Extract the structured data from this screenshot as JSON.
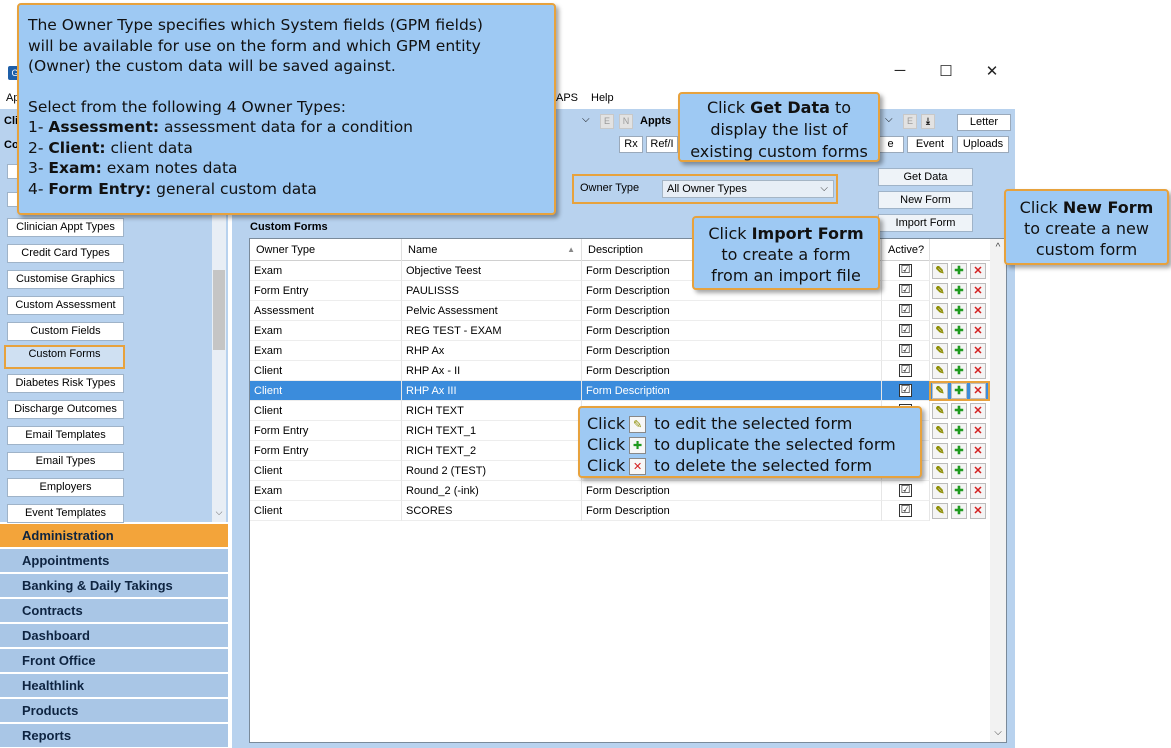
{
  "window": {
    "minimize": "─",
    "maximize": "☐",
    "close": "✕",
    "app_icon_text": "G"
  },
  "menu": {
    "ap": "Ap",
    "aps": "APS",
    "help": "Help"
  },
  "toolbar": {
    "cli": "Cli",
    "co": "Co",
    "mini_e": "E",
    "mini_n": "N",
    "appts": "Appts",
    "mini_e2": "E",
    "letter": "Letter",
    "rx": "Rx",
    "ref": "Ref/I",
    "e": "e",
    "event": "Event",
    "uploads": "Uploads"
  },
  "left_panel": {
    "items": [
      "Clinician Appt Types",
      "Credit Card Types",
      "Customise Graphics",
      "Custom Assessment",
      "Custom Fields",
      "Custom Forms",
      "Diabetes Risk Types",
      "Discharge Outcomes",
      "Email Templates",
      "Email Types",
      "Employers",
      "Event Templates"
    ],
    "selected": "Custom Forms"
  },
  "nav_sections": [
    "Administration",
    "Appointments",
    "Banking & Daily Takings",
    "Contracts",
    "Dashboard",
    "Front Office",
    "Healthlink",
    "Products",
    "Reports"
  ],
  "main": {
    "section_title": "Custom Forms",
    "owner_type_label": "Owner Type",
    "owner_type_value": "All Owner Types",
    "get_data": "Get Data",
    "new_form": "New Form",
    "import_form": "Import Form"
  },
  "grid": {
    "columns": [
      "Owner Type",
      "Name",
      "Description",
      "Active?"
    ],
    "rows": [
      {
        "owner": "Exam",
        "name": "Objective Teest",
        "description": "Form Description",
        "active": "☑"
      },
      {
        "owner": "Form Entry",
        "name": "PAULISSS",
        "description": "Form Description",
        "active": "☑"
      },
      {
        "owner": "Assessment",
        "name": "Pelvic Assessment",
        "description": "Form Description",
        "active": "☑"
      },
      {
        "owner": "Exam",
        "name": "REG TEST - EXAM",
        "description": "Form Description",
        "active": "☑"
      },
      {
        "owner": "Exam",
        "name": "RHP Ax",
        "description": "Form Description",
        "active": "☑"
      },
      {
        "owner": "Client",
        "name": "RHP Ax - II",
        "description": "Form Description",
        "active": "☑"
      },
      {
        "owner": "Client",
        "name": "RHP Ax III",
        "description": "Form Description",
        "active": "☑"
      },
      {
        "owner": "Client",
        "name": "RICH TEXT",
        "description": "",
        "active": ""
      },
      {
        "owner": "Form Entry",
        "name": "RICH TEXT_1",
        "description": "",
        "active": ""
      },
      {
        "owner": "Form Entry",
        "name": "RICH TEXT_2",
        "description": "",
        "active": ""
      },
      {
        "owner": "Client",
        "name": "Round 2 (TEST)",
        "description": "",
        "active": ""
      },
      {
        "owner": "Exam",
        "name": "Round_2 (-ink)",
        "description": "Form Description",
        "active": "☑"
      },
      {
        "owner": "Client",
        "name": "SCORES",
        "description": "Form Description",
        "active": "☑"
      }
    ],
    "selected_index": 6,
    "edit_glyph": "✎",
    "dup_glyph": "✚",
    "del_glyph": "✕"
  },
  "callouts": {
    "main": {
      "line1": "The Owner Type specifies which System fields (GPM fields)",
      "line2": "will be available for use on the form and which GPM entity",
      "line3": "(Owner) the custom data will be saved against.",
      "line4": "Select from the following 4 Owner Types:",
      "items": [
        {
          "num": "1- ",
          "bold": "Assessment:",
          "text": " assessment data for a condition"
        },
        {
          "num": "2- ",
          "bold": "Client:",
          "text": " client data"
        },
        {
          "num": "3- ",
          "bold": "Exam:",
          "text": " exam notes data"
        },
        {
          "num": "4- ",
          "bold": "Form Entry:",
          "text": " general custom data"
        }
      ]
    },
    "get_data": {
      "pre": "Click ",
      "bold": "Get Data",
      "post": " to",
      "line2": "display the list of",
      "line3": "existing custom forms"
    },
    "import": {
      "pre": "Click ",
      "bold": "Import Form",
      "line2": "to create a form",
      "line3": "from an import file"
    },
    "new_form": {
      "pre": "Click ",
      "bold": "New Form",
      "line2": "to create a new",
      "line3": "custom form"
    },
    "actions": {
      "click": "Click",
      "edit": "to edit the selected form",
      "dup": "to duplicate the selected form",
      "del": "to delete the selected form"
    }
  }
}
